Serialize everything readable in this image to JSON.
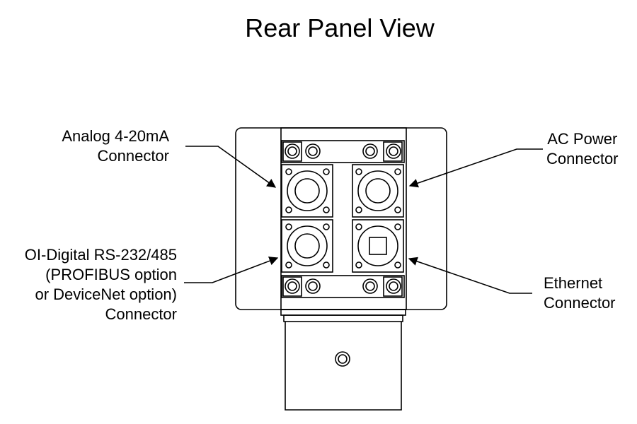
{
  "title": "Rear Panel View",
  "labels": {
    "analog": [
      "Analog 4-20mA",
      "Connector"
    ],
    "ac_power": [
      "AC Power",
      "Connector"
    ],
    "digital": [
      "OI-Digital RS-232/485",
      "(PROFIBUS option",
      "or DeviceNet option)",
      "Connector"
    ],
    "ethernet": [
      "Ethernet",
      "Connector"
    ]
  }
}
